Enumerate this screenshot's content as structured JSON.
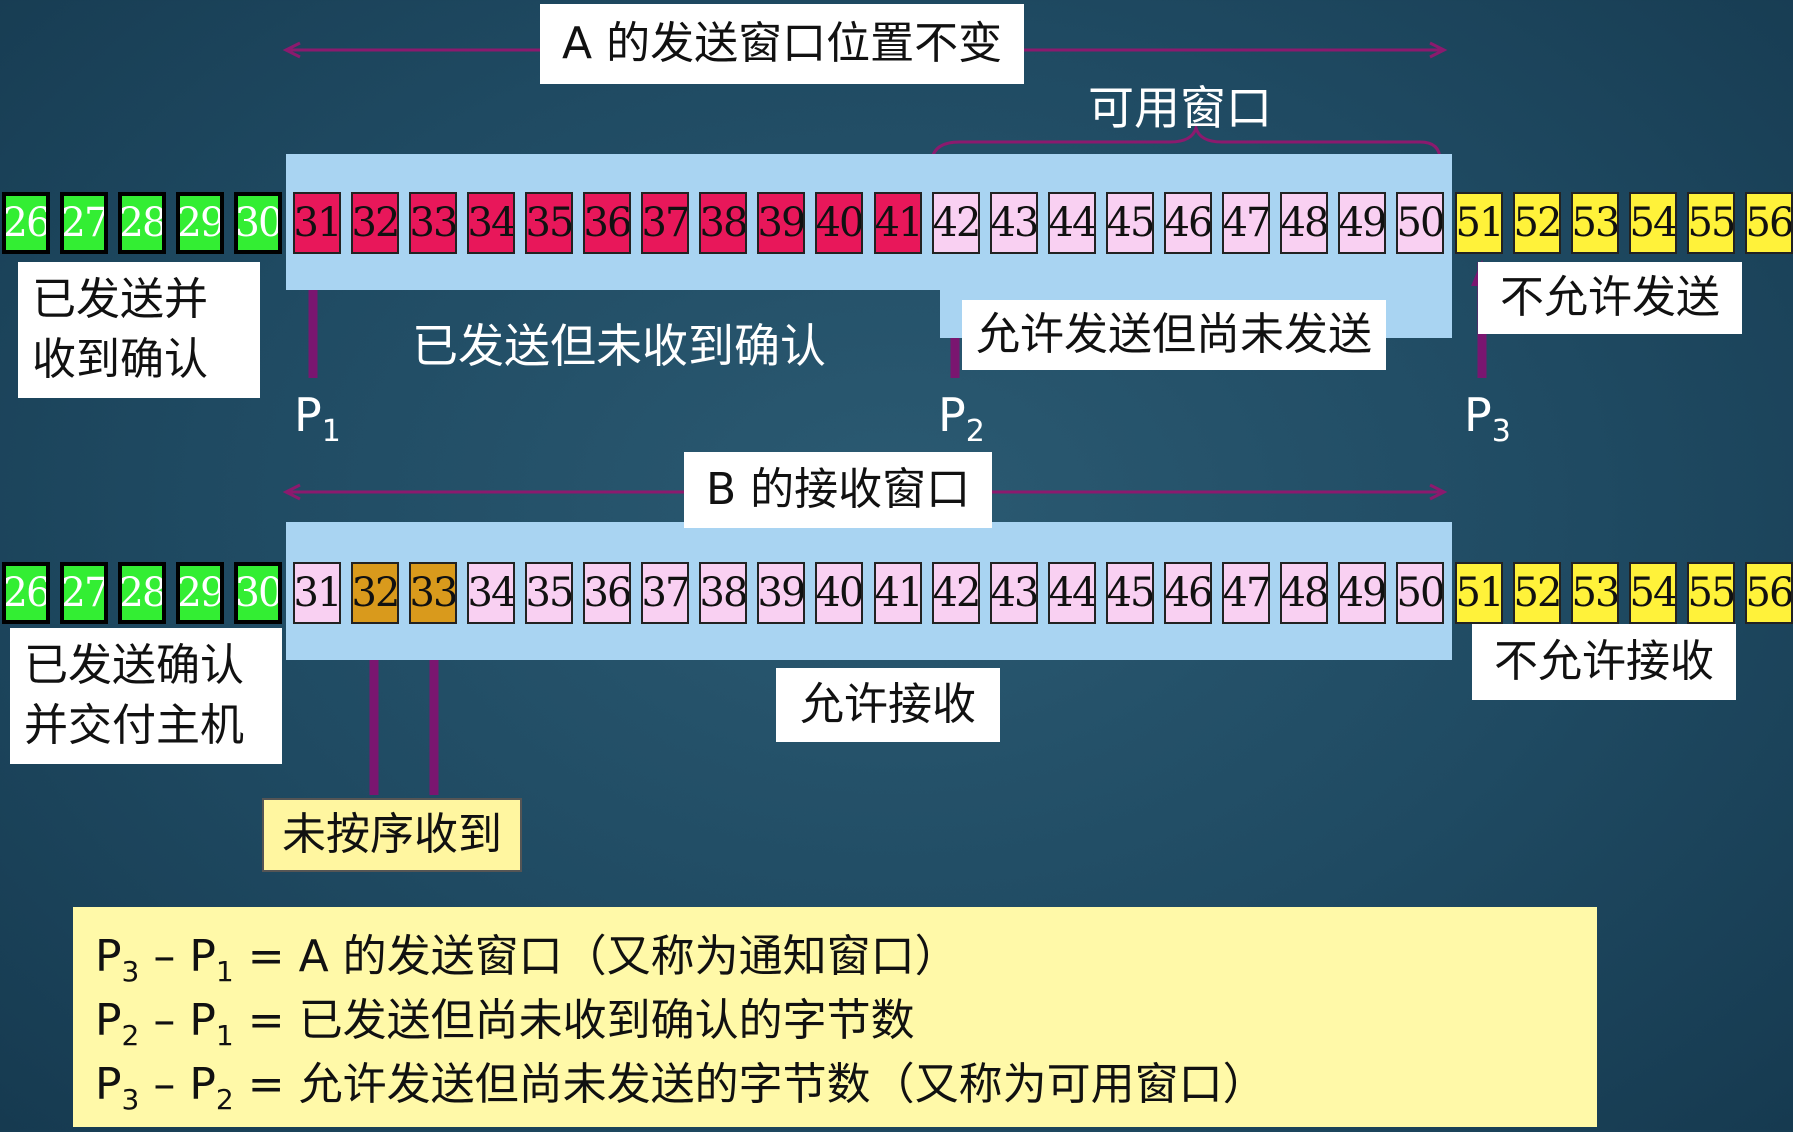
{
  "top": {
    "window_title": "A 的发送窗口位置不变",
    "usable_window": "可用窗口",
    "sent_acked": [
      "已发送并",
      "收到确认"
    ],
    "sent_unacked": "已发送但未收到确认",
    "allowed_not_sent": "允许发送但尚未发送",
    "not_allowed": "不允许发送",
    "p1": {
      "base": "P",
      "sub": "1"
    },
    "p2": {
      "base": "P",
      "sub": "2"
    },
    "p3": {
      "base": "P",
      "sub": "3"
    },
    "cells": [
      {
        "n": "26",
        "k": "green"
      },
      {
        "n": "27",
        "k": "green"
      },
      {
        "n": "28",
        "k": "green"
      },
      {
        "n": "29",
        "k": "green"
      },
      {
        "n": "30",
        "k": "green"
      },
      {
        "n": "31",
        "k": "red"
      },
      {
        "n": "32",
        "k": "red"
      },
      {
        "n": "33",
        "k": "red"
      },
      {
        "n": "34",
        "k": "red"
      },
      {
        "n": "35",
        "k": "red"
      },
      {
        "n": "36",
        "k": "red"
      },
      {
        "n": "37",
        "k": "red"
      },
      {
        "n": "38",
        "k": "red"
      },
      {
        "n": "39",
        "k": "red"
      },
      {
        "n": "40",
        "k": "red"
      },
      {
        "n": "41",
        "k": "red"
      },
      {
        "n": "42",
        "k": "pink"
      },
      {
        "n": "43",
        "k": "pink"
      },
      {
        "n": "44",
        "k": "pink"
      },
      {
        "n": "45",
        "k": "pink"
      },
      {
        "n": "46",
        "k": "pink"
      },
      {
        "n": "47",
        "k": "pink"
      },
      {
        "n": "48",
        "k": "pink"
      },
      {
        "n": "49",
        "k": "pink"
      },
      {
        "n": "50",
        "k": "pink"
      },
      {
        "n": "51",
        "k": "yellow"
      },
      {
        "n": "52",
        "k": "yellow"
      },
      {
        "n": "53",
        "k": "yellow"
      },
      {
        "n": "54",
        "k": "yellow"
      },
      {
        "n": "55",
        "k": "yellow"
      },
      {
        "n": "56",
        "k": "yellow"
      }
    ]
  },
  "bottom": {
    "window_title": "B 的接收窗口",
    "delivered": [
      "已发送确认",
      "并交付主机"
    ],
    "allowed_receive": "允许接收",
    "not_allowed": "不允许接收",
    "out_of_order": "未按序收到",
    "cells": [
      {
        "n": "26",
        "k": "green"
      },
      {
        "n": "27",
        "k": "green"
      },
      {
        "n": "28",
        "k": "green"
      },
      {
        "n": "29",
        "k": "green"
      },
      {
        "n": "30",
        "k": "green"
      },
      {
        "n": "31",
        "k": "pink"
      },
      {
        "n": "32",
        "k": "orange"
      },
      {
        "n": "33",
        "k": "orange"
      },
      {
        "n": "34",
        "k": "pink"
      },
      {
        "n": "35",
        "k": "pink"
      },
      {
        "n": "36",
        "k": "pink"
      },
      {
        "n": "37",
        "k": "pink"
      },
      {
        "n": "38",
        "k": "pink"
      },
      {
        "n": "39",
        "k": "pink"
      },
      {
        "n": "40",
        "k": "pink"
      },
      {
        "n": "41",
        "k": "pink"
      },
      {
        "n": "42",
        "k": "pink"
      },
      {
        "n": "43",
        "k": "pink"
      },
      {
        "n": "44",
        "k": "pink"
      },
      {
        "n": "45",
        "k": "pink"
      },
      {
        "n": "46",
        "k": "pink"
      },
      {
        "n": "47",
        "k": "pink"
      },
      {
        "n": "48",
        "k": "pink"
      },
      {
        "n": "49",
        "k": "pink"
      },
      {
        "n": "50",
        "k": "pink"
      },
      {
        "n": "51",
        "k": "yellow"
      },
      {
        "n": "52",
        "k": "yellow"
      },
      {
        "n": "53",
        "k": "yellow"
      },
      {
        "n": "54",
        "k": "yellow"
      },
      {
        "n": "55",
        "k": "yellow"
      },
      {
        "n": "56",
        "k": "yellow"
      }
    ]
  },
  "notes": [
    {
      "a": "P",
      "as": "3",
      "b": "P",
      "bs": "1",
      "text": "= A 的发送窗口（又称为通知窗口）"
    },
    {
      "a": "P",
      "as": "2",
      "b": "P",
      "bs": "1",
      "text": "= 已发送但尚未收到确认的字节数"
    },
    {
      "a": "P",
      "as": "3",
      "b": "P",
      "bs": "2",
      "text": "= 允许发送但尚未发送的字节数（又称为可用窗口）"
    }
  ],
  "colors": {
    "green": "#33ee33",
    "red": "#e8175a",
    "pink": "#f9d0f2",
    "yellow": "#fff23a",
    "orange": "#d99a1c",
    "window": "#a9d4f2",
    "arrow": "#7a1670",
    "note_bg": "#fff9a8"
  }
}
